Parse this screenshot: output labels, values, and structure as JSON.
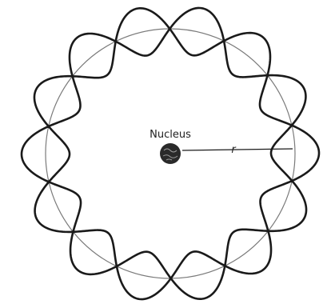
{
  "diagram": {
    "nucleus_label": "Nucleus",
    "radius_label": "r",
    "wave_nodes": 14,
    "colors": {
      "wave": "#1a1a1a",
      "orbit": "#7a7a7a",
      "nucleus": "#2a2a2a",
      "background": "#ffffff"
    }
  }
}
